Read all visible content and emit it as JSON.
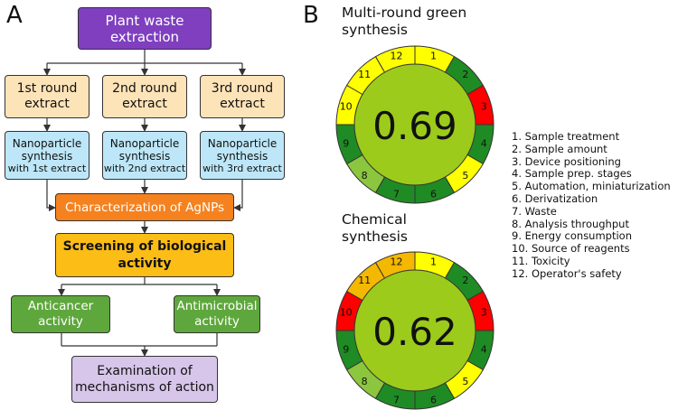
{
  "panel_a": {
    "letter": "A",
    "extraction": "Plant waste extraction",
    "rounds": [
      "1st round extract",
      "2nd round extract",
      "3rd round extract"
    ],
    "nano_title": "Nanoparticle synthesis",
    "nano_subs": [
      "with 1st extract",
      "with 2nd extract",
      "with 3rd extract"
    ],
    "characterization": "Characterization of AgNPs",
    "screening": "Screening of biological activity",
    "anticancer": "Anticancer activity",
    "antimicrobial": "Antimicrobial activity",
    "examination": "Examination of mechanisms of action",
    "colors": {
      "purple": "#7f3fbf",
      "round": "#fde3b8",
      "nano": "#bde7f8",
      "orange": "#f5821f",
      "yellow": "#fbbd16",
      "green": "#5ea73c",
      "lilac": "#d7c5ea"
    }
  },
  "panel_b": {
    "letter": "B",
    "charts": [
      {
        "title": "Multi-round green synthesis",
        "score": "0.69",
        "segments": [
          {
            "label": "1",
            "color": "#ffff00"
          },
          {
            "label": "2",
            "color": "#1f8b24"
          },
          {
            "label": "3",
            "color": "#ff0000"
          },
          {
            "label": "4",
            "color": "#1f8b24"
          },
          {
            "label": "5",
            "color": "#ffff00"
          },
          {
            "label": "6",
            "color": "#1f8b24"
          },
          {
            "label": "7",
            "color": "#1f8b24"
          },
          {
            "label": "8",
            "color": "#8cc63f"
          },
          {
            "label": "9",
            "color": "#1f8b24"
          },
          {
            "label": "10",
            "color": "#ffff00"
          },
          {
            "label": "11",
            "color": "#ffff00"
          },
          {
            "label": "12",
            "color": "#ffff00"
          }
        ]
      },
      {
        "title": "Chemical synthesis",
        "score": "0.62",
        "segments": [
          {
            "label": "1",
            "color": "#ffff00"
          },
          {
            "label": "2",
            "color": "#1f8b24"
          },
          {
            "label": "3",
            "color": "#ff0000"
          },
          {
            "label": "4",
            "color": "#1f8b24"
          },
          {
            "label": "5",
            "color": "#ffff00"
          },
          {
            "label": "6",
            "color": "#1f8b24"
          },
          {
            "label": "7",
            "color": "#1f8b24"
          },
          {
            "label": "8",
            "color": "#8cc63f"
          },
          {
            "label": "9",
            "color": "#1f8b24"
          },
          {
            "label": "10",
            "color": "#ff0000"
          },
          {
            "label": "11",
            "color": "#f5b800"
          },
          {
            "label": "12",
            "color": "#f5b800"
          }
        ]
      }
    ],
    "center_color": "#9ccb1b",
    "legend": [
      "1. Sample treatment",
      "2. Sample amount",
      "3. Device positioning",
      "4. Sample prep. stages",
      "5. Automation, miniaturization",
      "6. Derivatization",
      "7. Waste",
      "8. Analysis throughput",
      "9. Energy consumption",
      "10. Source of reagents",
      "11. Toxicity",
      "12. Operator's safety"
    ]
  }
}
